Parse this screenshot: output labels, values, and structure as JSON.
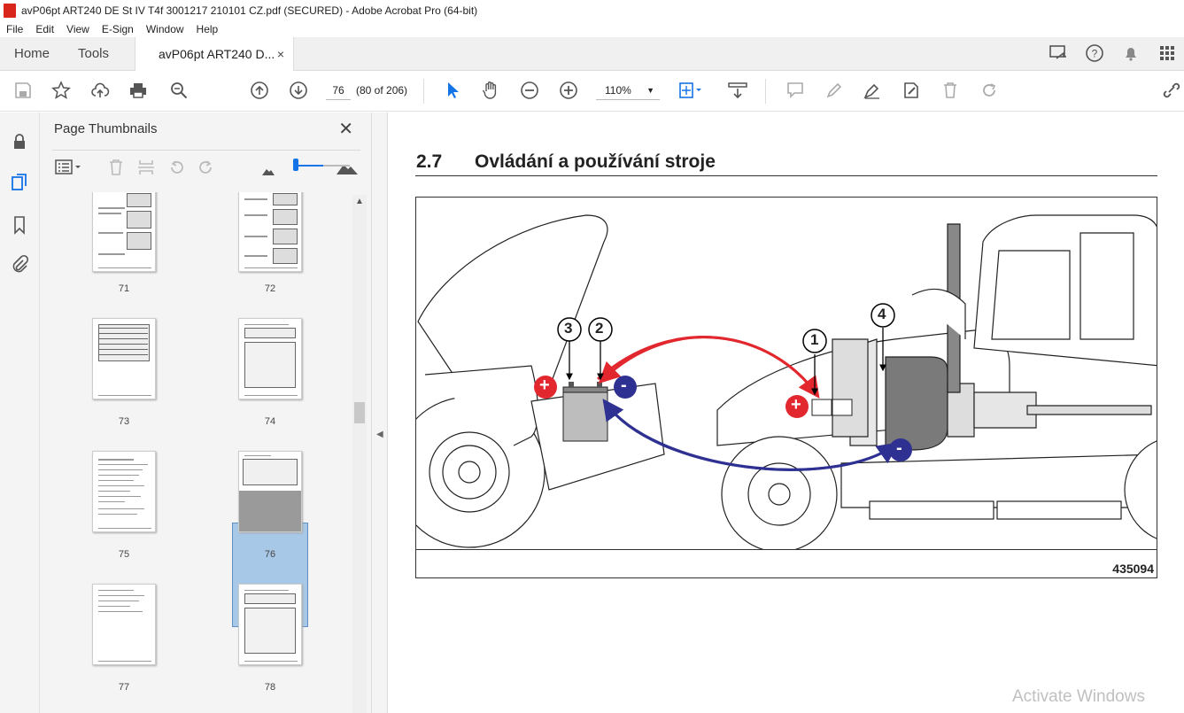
{
  "window": {
    "title": "avP06pt ART240 DE St IV T4f 3001217 210101 CZ.pdf (SECURED) - Adobe Acrobat Pro (64-bit)"
  },
  "menu": [
    "File",
    "Edit",
    "View",
    "E-Sign",
    "Window",
    "Help"
  ],
  "tabs": {
    "home": "Home",
    "tools": "Tools",
    "document": "avP06pt ART240 D...",
    "close": "×"
  },
  "toolbar": {
    "page_input": "76",
    "page_count": "(80 of 206)",
    "zoom": "110%"
  },
  "panel": {
    "title": "Page Thumbnails",
    "close": "✕"
  },
  "thumbnails": [
    {
      "label": "71"
    },
    {
      "label": "72"
    },
    {
      "label": "73"
    },
    {
      "label": "74"
    },
    {
      "label": "75"
    },
    {
      "label": "76"
    },
    {
      "label": "77"
    },
    {
      "label": "78"
    }
  ],
  "document": {
    "section_number": "2.7",
    "section_title": "Ovládání a používání stroje",
    "figure_id": "435094",
    "callouts": [
      "1",
      "2",
      "3",
      "4"
    ],
    "plus": "+",
    "minus": "-"
  },
  "watermark": "Activate Windows",
  "colors": {
    "accent": "#1473e6",
    "cable_red": "#e2272e",
    "cable_blue": "#2e3192"
  }
}
